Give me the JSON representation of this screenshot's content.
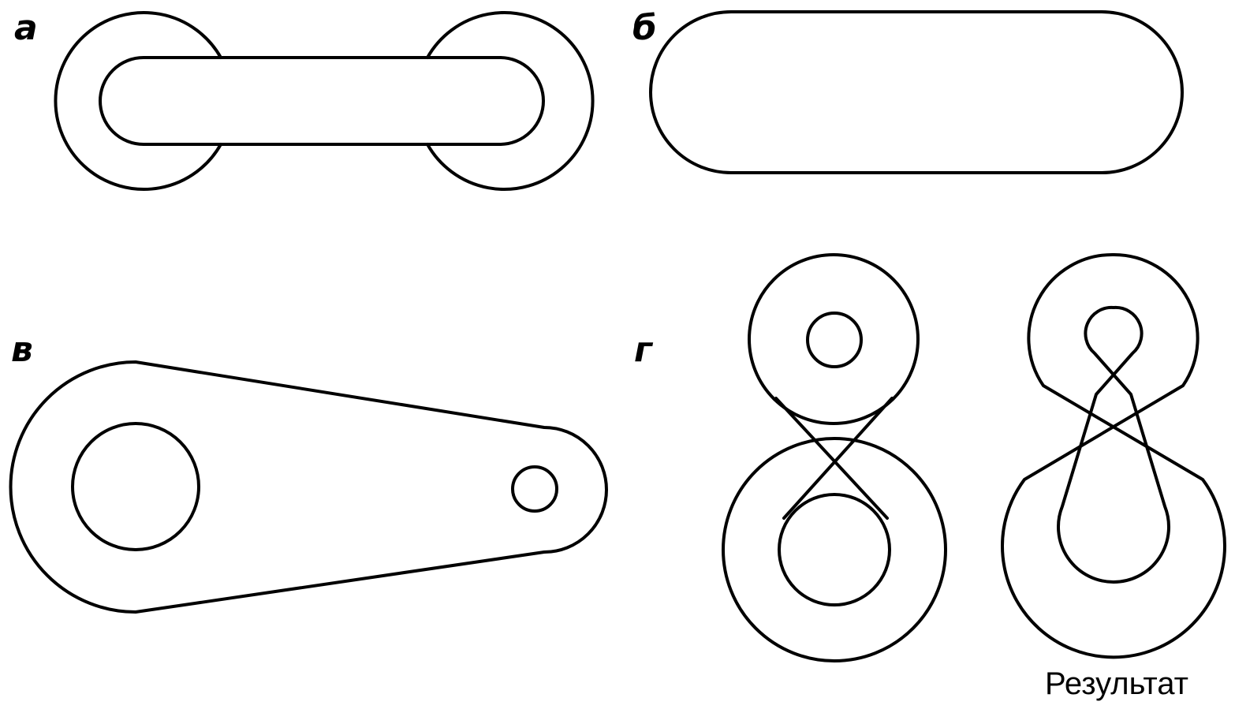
{
  "panels": {
    "a": {
      "label": "а"
    },
    "b": {
      "label": "б"
    },
    "v": {
      "label": "в"
    },
    "g": {
      "label": "г",
      "caption": "Результат"
    }
  },
  "colors": {
    "stroke": "#000000",
    "background": "#ffffff"
  }
}
